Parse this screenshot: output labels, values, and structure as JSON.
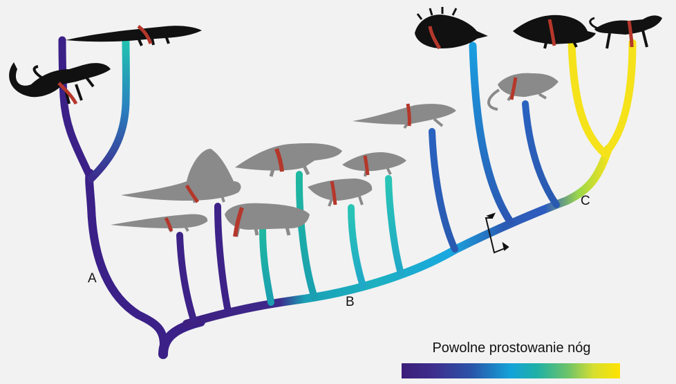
{
  "labels": {
    "a": "A",
    "b": "B",
    "c": "C"
  },
  "legend": {
    "title": "Powolne prostowanie nóg",
    "gradient_colors": [
      "#3b1d78",
      "#2a54a8",
      "#14a3d9",
      "#1fb0a6",
      "#6cc36a",
      "#ffe300"
    ]
  },
  "colors": {
    "background": "#f2f2f2",
    "silhouette_black": "#111111",
    "silhouette_gray": "#8a8a8a",
    "limb_muscle": "#b5372b"
  }
}
